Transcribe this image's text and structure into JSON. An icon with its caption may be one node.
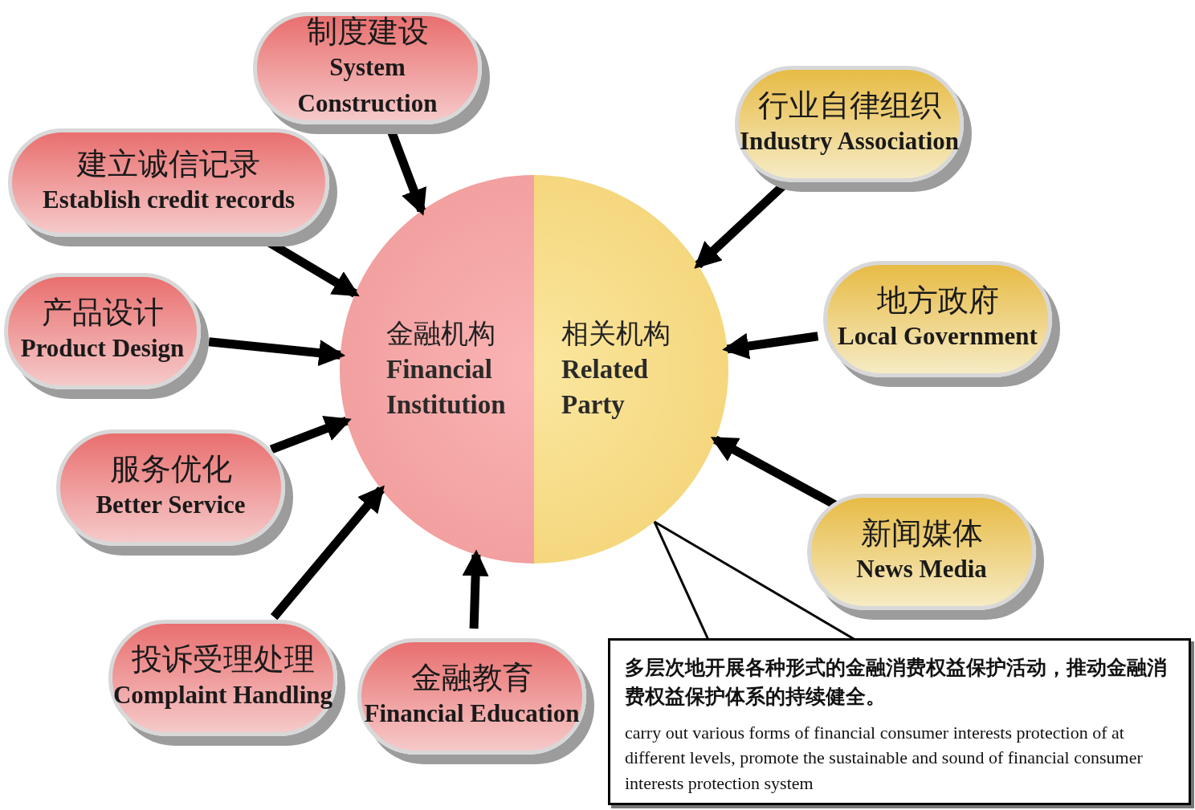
{
  "diagram": {
    "nodes": [
      {
        "text": [
          "金融机构",
          "Financial Institution"
        ]
      },
      {
        "text": [
          "相关机构",
          "Related Party"
        ]
      },
      {
        "text": [
          "制度建设",
          "System Construction"
        ]
      },
      {
        "text": [
          "建立诚信记录",
          "Establish credit records"
        ]
      },
      {
        "text": [
          "产品设计",
          "Product Design"
        ]
      },
      {
        "text": [
          "服务优化",
          "Better Service"
        ]
      },
      {
        "text": [
          "投诉受理处理",
          "Complaint Handling"
        ]
      },
      {
        "text": [
          "金融教育",
          "Financial Education"
        ]
      },
      {
        "text": [
          "行业自律组织",
          "Industry Association"
        ]
      },
      {
        "text": [
          "地方政府",
          "Local Government"
        ]
      },
      {
        "text": [
          "新闻媒体",
          "News Media"
        ]
      },
      {
        "text": [
          "多层次地开展各种形式的金融消费权益保护活动，推动金融消费权益保护体系的持续健全。",
          "carry out various forms of financial consumer interests protection of at different levels, promote the sustainable and sound of financial consumer interests protection system"
        ]
      }
    ],
    "edges": [
      {
        "from": 2,
        "to": 0,
        "arrow": "to"
      },
      {
        "from": 3,
        "to": 0,
        "arrow": "to"
      },
      {
        "from": 4,
        "to": 0,
        "arrow": "to"
      },
      {
        "from": 5,
        "to": 0,
        "arrow": "to"
      },
      {
        "from": 6,
        "to": 0,
        "arrow": "to"
      },
      {
        "from": 7,
        "to": 0,
        "arrow": "to"
      },
      {
        "from": 8,
        "to": 1,
        "arrow": "to"
      },
      {
        "from": 9,
        "to": 1,
        "arrow": "to"
      },
      {
        "from": 10,
        "to": 1,
        "arrow": "to"
      },
      {
        "from": 11,
        "to": 1,
        "arrow": "none"
      }
    ]
  }
}
